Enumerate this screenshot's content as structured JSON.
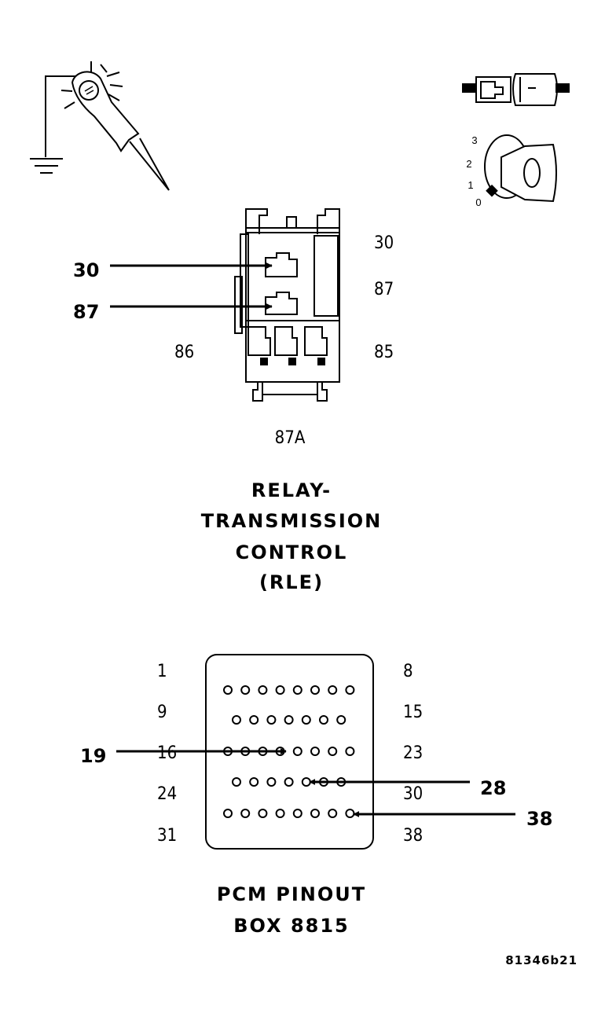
{
  "test_light": {
    "icon": "test-light-icon"
  },
  "ignition": {
    "icon": "ignition-key-icon",
    "positions": [
      "3",
      "2",
      "1",
      "0"
    ]
  },
  "relay": {
    "callouts": [
      "30",
      "87"
    ],
    "terminals": {
      "t30": "30",
      "t87": "87",
      "t86": "86",
      "t85": "85",
      "t87a": "87A"
    },
    "title_lines": [
      "RELAY-",
      "TRANSMISSION",
      "CONTROL",
      "(RLE)"
    ]
  },
  "pcm": {
    "row_labels_left": [
      "1",
      "9",
      "16",
      "24",
      "31"
    ],
    "row_labels_right": [
      "8",
      "15",
      "23",
      "30",
      "38"
    ],
    "pin_rows": [
      8,
      7,
      8,
      7,
      8
    ],
    "callouts": {
      "pin19": "19",
      "pin28": "28",
      "pin38": "38"
    },
    "title_lines": [
      "PCM PINOUT",
      "BOX 8815"
    ]
  },
  "figure_code": "81346b21"
}
